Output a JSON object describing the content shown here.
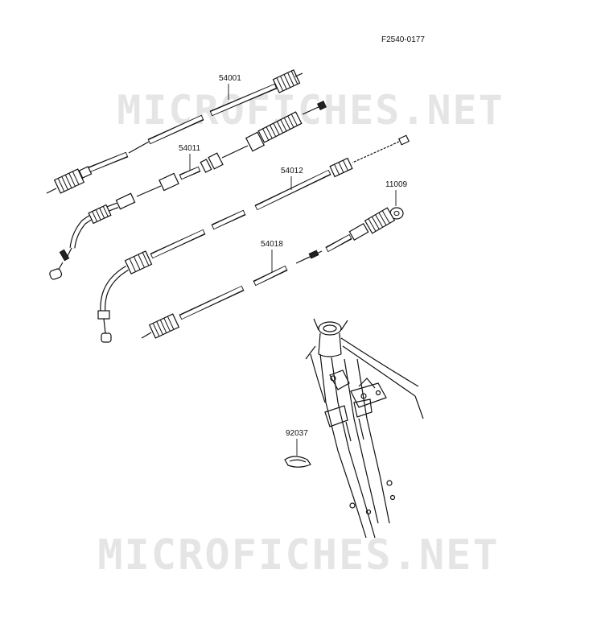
{
  "figure_id": "F2540-0177",
  "watermark": "MICROFICHES.NET",
  "parts": [
    {
      "number": "54001"
    },
    {
      "number": "54011"
    },
    {
      "number": "54012"
    },
    {
      "number": "11009"
    },
    {
      "number": "54018"
    },
    {
      "number": "92037"
    }
  ]
}
